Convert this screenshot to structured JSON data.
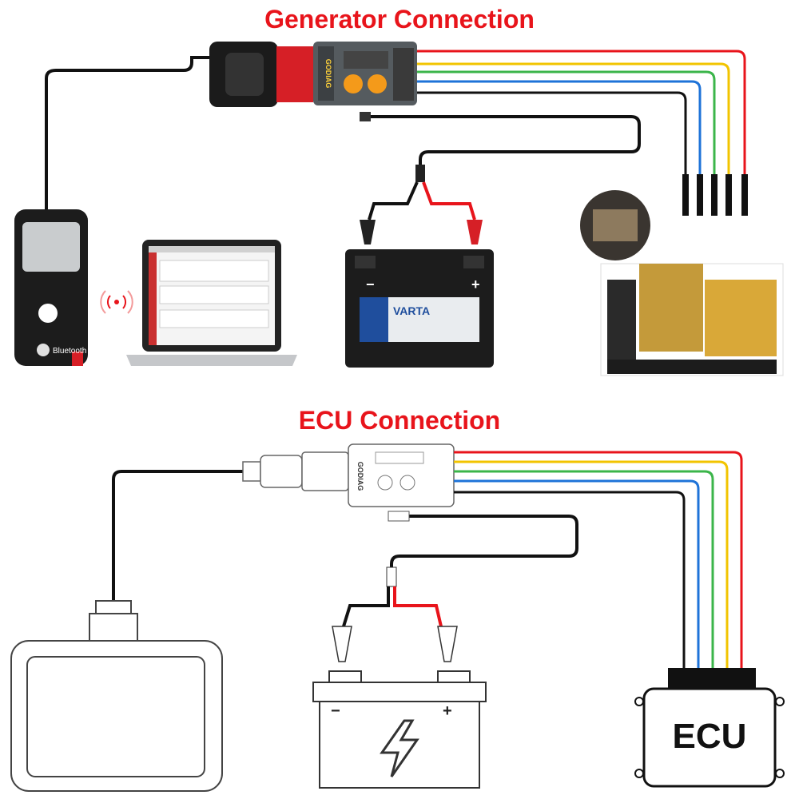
{
  "titles": {
    "top": "Generator Connection",
    "bottom": "ECU Connection"
  },
  "labels": {
    "bluetooth": "Bluetooth",
    "battery_brand": "VARTA",
    "adapter_brand": "GODIAG",
    "ecu": "ECU",
    "minus": "−",
    "plus": "+"
  },
  "wire_colors": {
    "red": "#e8141b",
    "yellow": "#f2c400",
    "green": "#3bb54a",
    "blue": "#1e73d8",
    "black": "#111111"
  },
  "accent": "#e8141b"
}
